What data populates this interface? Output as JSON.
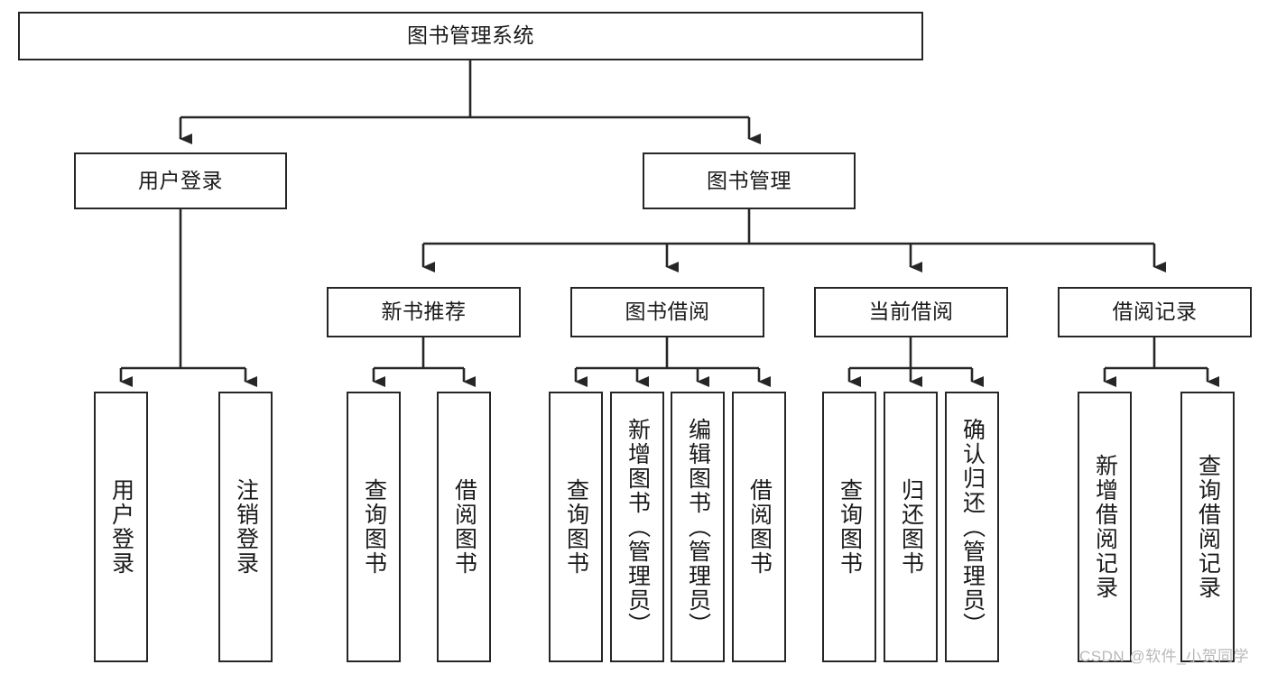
{
  "diagram": {
    "title": "图书管理系统",
    "type": "tree-hierarchy-chart",
    "orientation": "top-down",
    "colors": {
      "box_border": "#262626",
      "box_fill": "#ffffff",
      "line": "#262626",
      "text": "#1a1a1a",
      "watermark": "#b9b9b9",
      "background": "#ffffff"
    },
    "nodes": {
      "root": {
        "label": "图书管理系统"
      },
      "level2": [
        {
          "id": "user-login",
          "label": "用户登录"
        },
        {
          "id": "book-management",
          "label": "图书管理"
        }
      ],
      "level3": [
        {
          "id": "new-book-recommend",
          "label": "新书推荐"
        },
        {
          "id": "book-borrow",
          "label": "图书借阅"
        },
        {
          "id": "current-borrow",
          "label": "当前借阅"
        },
        {
          "id": "borrow-record",
          "label": "借阅记录"
        }
      ],
      "leaves": {
        "user_login": [
          {
            "id": "leaf-user-login",
            "label": "用户登录"
          },
          {
            "id": "leaf-logout-login",
            "label": "注销登录"
          }
        ],
        "new_book_recommend": [
          {
            "id": "leaf-query-book-1",
            "label": "查询图书"
          },
          {
            "id": "leaf-borrow-book-1",
            "label": "借阅图书"
          }
        ],
        "book_borrow": [
          {
            "id": "leaf-query-book-2",
            "label": "查询图书"
          },
          {
            "id": "leaf-add-book",
            "label": "新增图书（管理员）"
          },
          {
            "id": "leaf-edit-book",
            "label": "编辑图书（管理员）"
          },
          {
            "id": "leaf-borrow-book-2",
            "label": "借阅图书"
          }
        ],
        "current_borrow": [
          {
            "id": "leaf-query-book-3",
            "label": "查询图书"
          },
          {
            "id": "leaf-return-book",
            "label": "归还图书"
          },
          {
            "id": "leaf-confirm-return",
            "label": "确认归还（管理员）"
          }
        ],
        "borrow_record": [
          {
            "id": "leaf-add-borrow-record",
            "label": "新增借阅记录"
          },
          {
            "id": "leaf-query-borrow-record",
            "label": "查询借阅记录"
          }
        ]
      }
    },
    "watermark": "CSDN @软件_小贺同学"
  }
}
